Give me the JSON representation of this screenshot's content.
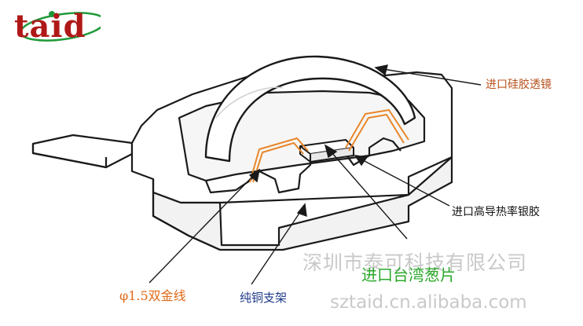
{
  "logo": {
    "text": "taid"
  },
  "labels": {
    "lens": "进口硅胶透镜",
    "thermal_glue": "进口高导热率银胶",
    "chip": "进口台湾葱片",
    "gold_wire": "φ1.5双金线",
    "copper_frame": "纯铜支架"
  },
  "watermark": {
    "company": "深圳市泰可科技有限公司",
    "url": "sztaid.cn.alibaba.com"
  },
  "colors": {
    "logo_red": "#b01818",
    "logo_ring": "#1f9a3a",
    "wire_orange": "#e8862a",
    "chip_label_green": "#2aa829",
    "frame_label_blue": "#1e3a8a",
    "lens_label_brown": "#b8531f"
  }
}
